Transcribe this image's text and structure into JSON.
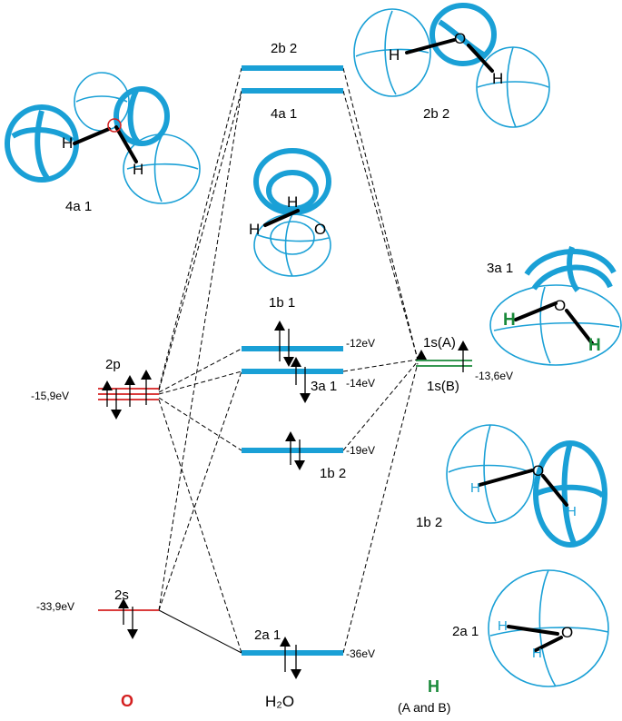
{
  "labels": {
    "o_atom": "O",
    "h_atom": "H",
    "h_atom_sub": "(A and B)",
    "molecule": "H₂O",
    "o_2p": "2p",
    "o_2s": "2s",
    "h_1sA": "1s(A)",
    "h_1sB": "1s(B)",
    "mo_2b2": "2b 2",
    "mo_4a1": "4a 1",
    "mo_1b1": "1b 1",
    "mo_3a1": "3a 1",
    "mo_1b2": "1b 2",
    "mo_2a1": "2a 1"
  },
  "energies": {
    "o_2p": "-15,9eV",
    "o_2s": "-33,9eV",
    "h_1s": "-13,6eV",
    "mo_1b1": "-12eV",
    "mo_3a1": "-14eV",
    "mo_1b2": "-19eV",
    "mo_2a1": "-36eV"
  },
  "orbital_pictures": {
    "p_4a1": {
      "label": "4a 1",
      "h": "H",
      "o": "O"
    },
    "p_2b2": {
      "label": "2b 2",
      "h": "H",
      "o": "O"
    },
    "p_1b1": {
      "label": "1b 1",
      "h": "H",
      "o": "O"
    },
    "p_3a1": {
      "label": "3a 1",
      "h": "H",
      "o": "O"
    },
    "p_1b2": {
      "label": "1b 2",
      "h": "H",
      "o": "O"
    },
    "p_2a1": {
      "label": "2a 1",
      "h": "H",
      "o": "O"
    }
  },
  "colors": {
    "orbital": "#1aa0d6",
    "o_level": "#d42020",
    "h_level": "#1a8a3a",
    "o_label": "#d42020",
    "h_label": "#1a8a3a"
  }
}
